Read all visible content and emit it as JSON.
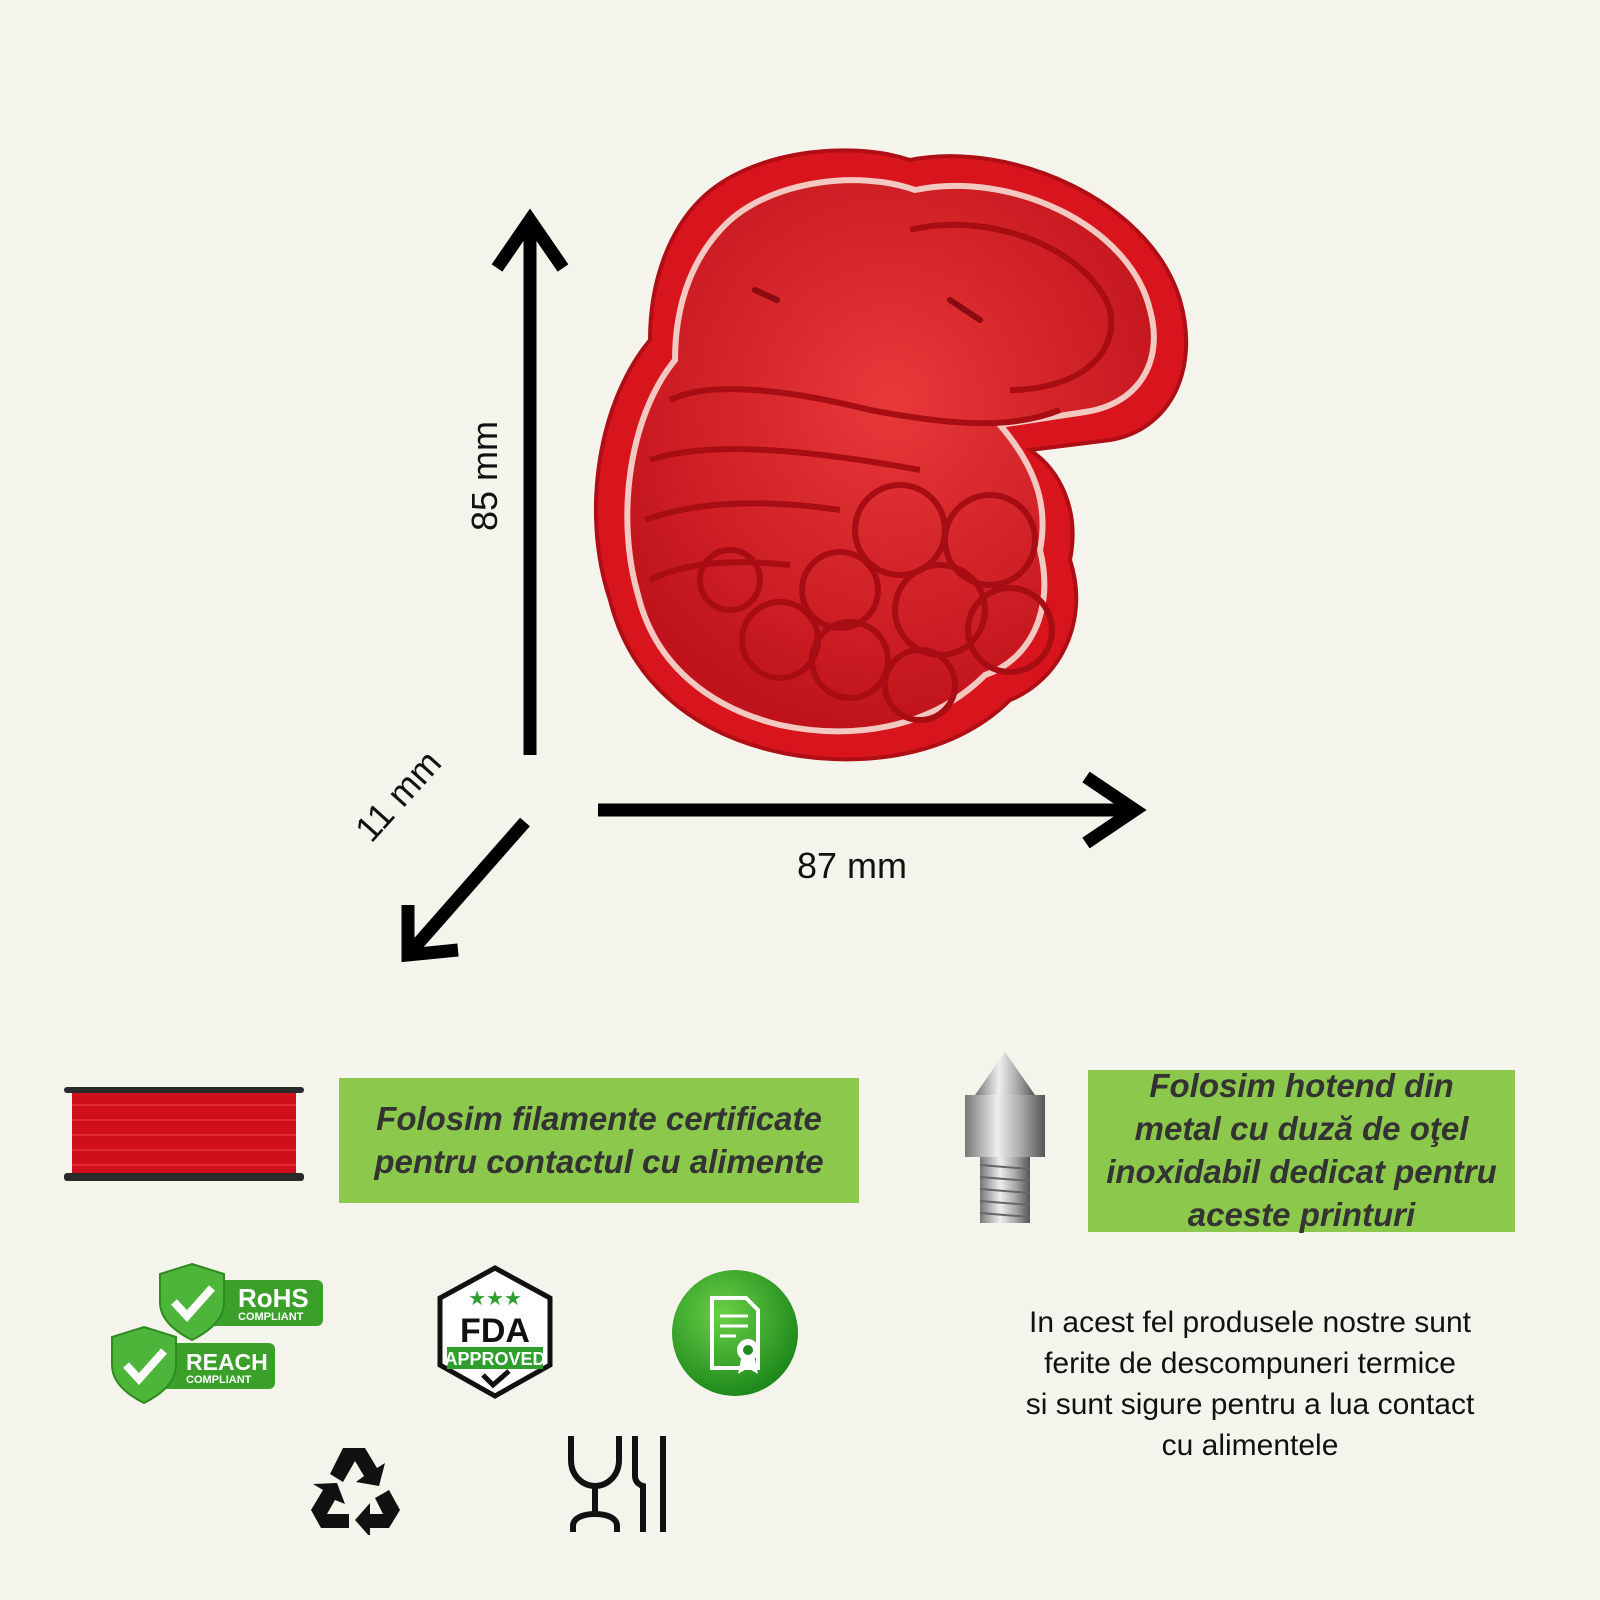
{
  "dimensions": {
    "height": "85 mm",
    "width": "87 mm",
    "depth": "11 mm"
  },
  "features": {
    "filament_text": "Folosim filamente certificate pentru contactul cu alimente",
    "hotend_text": "Folosim hotend din metal cu duză de oţel inoxidabil dedicat pentru aceste printuri"
  },
  "badges": {
    "rohs_title": "RoHS",
    "rohs_sub": "COMPLIANT",
    "reach_title": "REACH",
    "reach_sub": "COMPLIANT",
    "fda_title": "FDA",
    "fda_sub": "APPROVED"
  },
  "info_text": "In acest fel produsele nostre sunt\nferite de descompuneri termice\nsi sunt sigure  pentru a lua contact\ncu alimentele",
  "colors": {
    "background": "#f5f4ec",
    "product_red": "#d8141c",
    "green_box": "#8cc84b",
    "badge_green": "#3aa02a"
  }
}
